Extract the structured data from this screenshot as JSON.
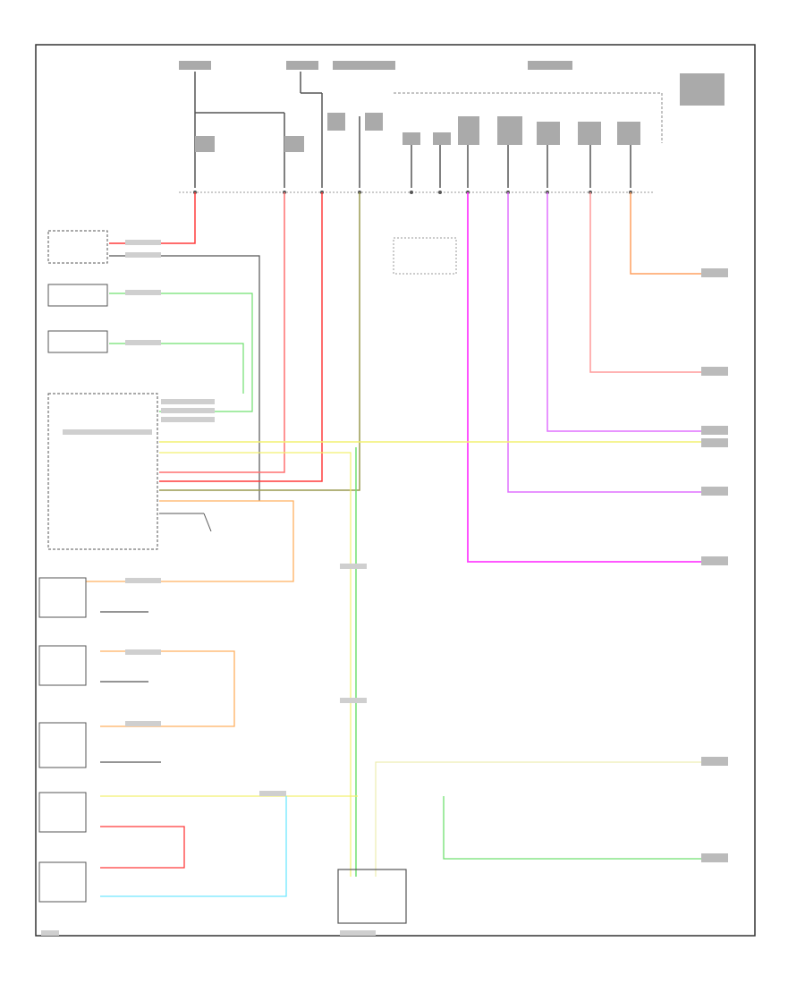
{
  "diagram": {
    "footer_left": "",
    "footer_center": "",
    "notes_text_illegible": true,
    "colors": {
      "border": "#333333",
      "wire_black": "#555555",
      "wire_red": "#ff3b3b",
      "wire_pink": "#ff9a9a",
      "wire_magenta": "#ff40ff",
      "wire_violet": "#e070ff",
      "wire_orange": "#ffb060",
      "wire_yellow": "#f2f070",
      "wire_green": "#70e070",
      "wire_cyan": "#70e8ff",
      "wire_olive": "#9a9a50",
      "wire_gray": "#999999"
    },
    "components": [
      {
        "id": "power-distribution-top",
        "label": ""
      },
      {
        "id": "instrument-cluster",
        "label": ""
      },
      {
        "id": "switch-a",
        "label": ""
      },
      {
        "id": "switch-b",
        "label": ""
      },
      {
        "id": "sensor-a",
        "label": ""
      },
      {
        "id": "sensor-b",
        "label": ""
      },
      {
        "id": "sensor-c",
        "label": ""
      },
      {
        "id": "lamp-left",
        "label": ""
      },
      {
        "id": "lamp-right",
        "label": ""
      },
      {
        "id": "bottom-module",
        "label": ""
      }
    ]
  }
}
